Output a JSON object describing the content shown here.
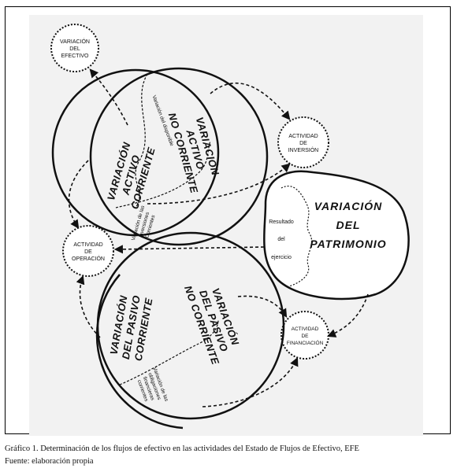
{
  "nodes": {
    "efectivo": [
      "VARIACIÓN",
      "DEL",
      "EFECTIVO"
    ],
    "inversion": [
      "ACTIVIDAD",
      "DE",
      "INVERSIÓN"
    ],
    "operacion": [
      "ACTIVIDAD",
      "DE",
      "OPERACIÓN"
    ],
    "financiacion": [
      "ACTIVIDAD",
      "DE",
      "FINANCIACIÓN"
    ]
  },
  "circles": {
    "activo_corriente": [
      "VARIACIÓN",
      "ACTIVO",
      "CORRIENTE"
    ],
    "activo_no_corriente": [
      "VARIACIÓN",
      "ACTIVO",
      "NO CORRIENTE"
    ],
    "disponible": "Variación del disponible",
    "inversiones": [
      "Variación de las",
      "Inversiones",
      "Corrientes"
    ],
    "pasivo_corriente": [
      "VARIACIÓN",
      "DEL PASIVO",
      "CORRIENTE"
    ],
    "pasivo_no_corriente": [
      "VARIACIÓN",
      "DEL PASIVO",
      "NO CORRIENTE"
    ],
    "obligaciones": [
      "Variación de las",
      "obligaciones",
      "financieras",
      "corrientes"
    ],
    "patrimonio": [
      "VARIACIÓN",
      "DEL",
      "PATRIMONIO"
    ],
    "resultado": [
      "Resultado",
      "del",
      "ejercicio"
    ]
  },
  "caption": {
    "title": "Gráfico 1. Determinación de los flujos de efectivo en las actividades del Estado de Flujos de Efectivo, EFE",
    "source": "Fuente: elaboración propia"
  }
}
